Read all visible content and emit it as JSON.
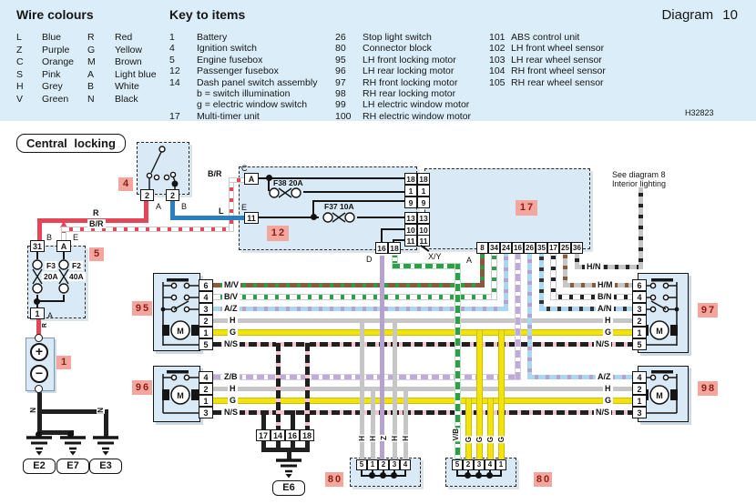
{
  "header": {
    "title": "Diagram 10",
    "ref": "H32823",
    "wire_colours": {
      "title": "Wire colours",
      "rows": [
        {
          "c1": "L",
          "n1": "Blue",
          "c2": "R",
          "n2": "Red"
        },
        {
          "c1": "Z",
          "n1": "Purple",
          "c2": "G",
          "n2": "Yellow"
        },
        {
          "c1": "C",
          "n1": "Orange",
          "c2": "M",
          "n2": "Brown"
        },
        {
          "c1": "S",
          "n1": "Pink",
          "c2": "A",
          "n2": "Light blue"
        },
        {
          "c1": "H",
          "n1": "Grey",
          "c2": "B",
          "n2": "White"
        },
        {
          "c1": "V",
          "n1": "Green",
          "c2": "N",
          "n2": "Black"
        }
      ]
    },
    "key": {
      "title": "Key to items",
      "col1": [
        {
          "n": "1",
          "t": "Battery"
        },
        {
          "n": "4",
          "t": "Ignition switch"
        },
        {
          "n": "5",
          "t": "Engine fusebox"
        },
        {
          "n": "12",
          "t": "Passenger fusebox"
        },
        {
          "n": "14",
          "t": "Dash panel switch assembly"
        },
        {
          "n": "",
          "t": "b = switch illumination"
        },
        {
          "n": "",
          "t": "g = electric window switch"
        },
        {
          "n": "17",
          "t": "Multi-timer unit"
        }
      ],
      "col2": [
        {
          "n": "26",
          "t": "Stop light switch"
        },
        {
          "n": "80",
          "t": "Connector block"
        },
        {
          "n": "95",
          "t": "LH front locking motor"
        },
        {
          "n": "96",
          "t": "LH rear locking motor"
        },
        {
          "n": "97",
          "t": "RH front locking motor"
        },
        {
          "n": "98",
          "t": "RH rear locking motor"
        },
        {
          "n": "99",
          "t": "LH electric window motor"
        },
        {
          "n": "100",
          "t": "RH electric window motor"
        }
      ],
      "col3": [
        {
          "n": "101",
          "t": "ABS control unit"
        },
        {
          "n": "102",
          "t": "LH front wheel sensor"
        },
        {
          "n": "103",
          "t": "LH rear wheel sensor"
        },
        {
          "n": "104",
          "t": "RH front wheel sensor"
        },
        {
          "n": "105",
          "t": "RH rear wheel sensor"
        }
      ]
    }
  },
  "diagram": {
    "section_title": "Central locking",
    "note1": "See diagram 8",
    "note2": "Interior lighting",
    "tags": {
      "c1": "1",
      "c4": "4",
      "c5": "5",
      "c12": "12",
      "c17": "17",
      "c95": "95",
      "c96": "96",
      "c97": "97",
      "c98": "98",
      "c80l": "80",
      "c80r": "80"
    },
    "c4": {
      "pin_a": "2",
      "pin_b": "2",
      "la": "A",
      "lb": "B"
    },
    "c5": {
      "pin31": "31",
      "pinA": "A",
      "pin1": "1",
      "lb": "B",
      "le": "E",
      "la": "A",
      "f1": "F3",
      "f1r": "20A",
      "f2": "F2",
      "f2r": "40A"
    },
    "c12": {
      "lc": "C",
      "pinA": "A",
      "le": "E",
      "pin11": "11",
      "fuse1": "F38 20A",
      "fuse2": "F37 10A",
      "col": [
        "18",
        "1",
        "9",
        "13",
        "10",
        "11"
      ],
      "b1": "16",
      "b2": "18",
      "ld": "D",
      "lxy": "X/Y"
    },
    "c17": {
      "pins": [
        "8",
        "34",
        "24",
        "16",
        "26",
        "35",
        "17",
        "25",
        "36"
      ],
      "la": "A"
    },
    "c95": {
      "pins": [
        "6",
        "4",
        "3",
        "2",
        "1",
        "5"
      ],
      "wires": [
        "M/V",
        "B/V",
        "A/Z",
        "H",
        "G",
        "N/S"
      ]
    },
    "c96": {
      "pins": [
        "4",
        "2",
        "1",
        "3"
      ],
      "wires": [
        "Z/B",
        "H",
        "G",
        "N/S"
      ]
    },
    "c97": {
      "pins": [
        "6",
        "4",
        "3",
        "2",
        "1",
        "5"
      ],
      "wires": [
        "H/M",
        "B/N",
        "A/N",
        "H",
        "G",
        "N/S"
      ]
    },
    "c98": {
      "pins": [
        "4",
        "2",
        "1",
        "3"
      ],
      "wires": [
        "A/Z",
        "H",
        "G",
        "N/S"
      ]
    },
    "e6conn": {
      "pins": [
        "17",
        "14",
        "16",
        "18"
      ]
    },
    "c80l": {
      "pins": [
        "5",
        "1",
        "2",
        "3",
        "4"
      ],
      "wires": [
        "H",
        "H",
        "Z",
        "H",
        "H"
      ]
    },
    "c80r": {
      "pins": [
        "5",
        "2",
        "3",
        "4",
        "1"
      ],
      "wires": [
        "V/B",
        "G",
        "G",
        "G",
        "G"
      ]
    },
    "wl": {
      "r": "R",
      "br": "B/R",
      "br2": "B/R",
      "l": "L",
      "hn": "H/N",
      "rbat": "R",
      "n1": "N",
      "n2": "N"
    },
    "grounds": {
      "e2": "E2",
      "e7": "E7",
      "e3": "E3",
      "e6": "E6"
    }
  },
  "colors": {
    "header_bg": "#daedf8",
    "component_fill": "#d9eaf6",
    "tag_bg": "#f3a69e",
    "tag_text": "#8e1d12",
    "red": "#e64457",
    "blue": "#2a7fc1",
    "yellow": "#f2e30c",
    "grey": "#c6c6c6",
    "purple": "#b6a2cf",
    "brown": "#8a5a3b",
    "green": "#2f9e49",
    "light_blue": "#abd7f2",
    "black": "#202020",
    "pink": "#f3c6ce"
  }
}
